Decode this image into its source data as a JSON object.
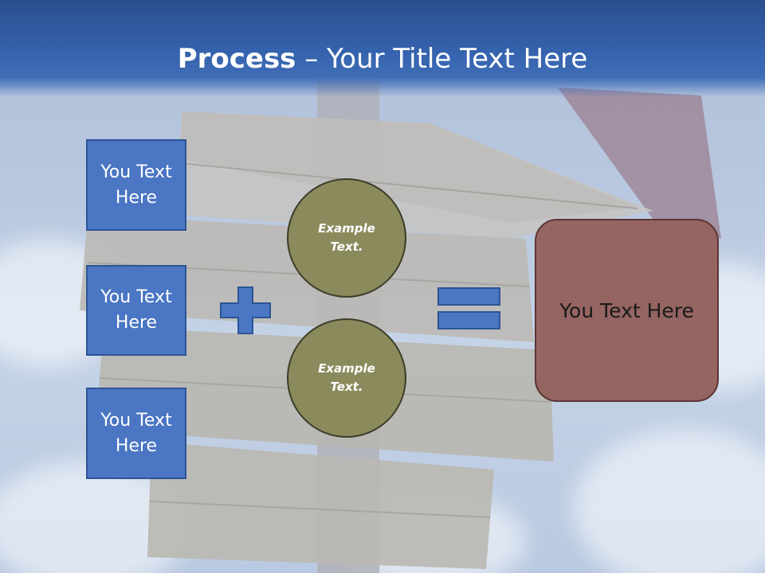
{
  "title": {
    "bold": "Process",
    "rest": " – Your Title Text Here"
  },
  "left_boxes": [
    {
      "label": "You Text Here"
    },
    {
      "label": "You Text Here"
    },
    {
      "label": "You Text Here"
    }
  ],
  "circles": [
    {
      "label": "Example Text."
    },
    {
      "label": "Example Text."
    }
  ],
  "result": {
    "label": "You Text Here"
  },
  "operators": {
    "plus": "plus-icon",
    "equals": "equals-icon"
  },
  "colors": {
    "title_bar": "#3563ae",
    "box_fill": "#4a76c3",
    "circle_fill": "#8b8a5c",
    "result_fill": "#956562"
  }
}
